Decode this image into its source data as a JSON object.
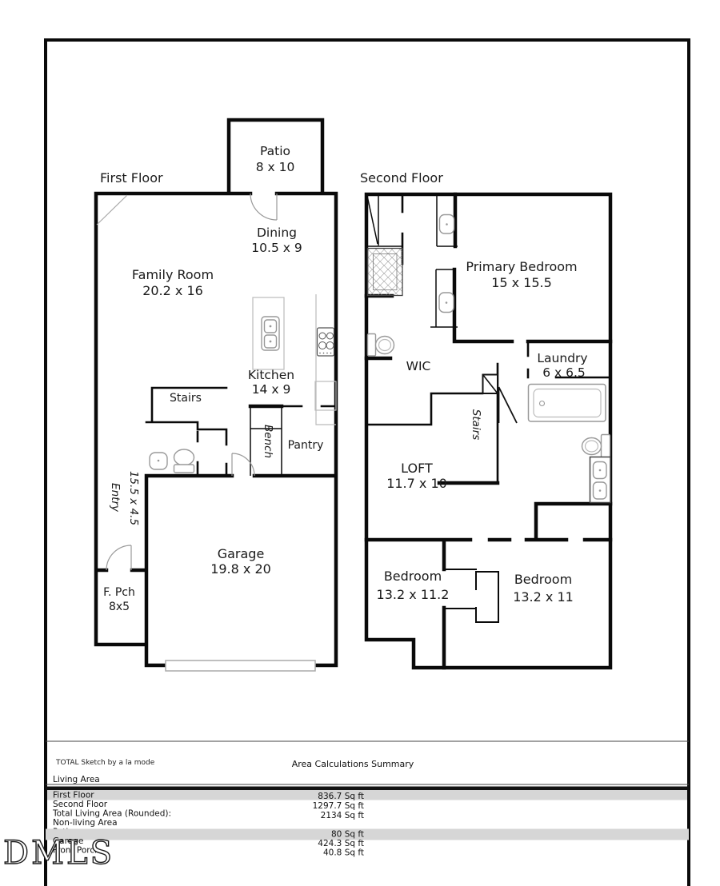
{
  "floors": {
    "first": {
      "title": "First Floor",
      "rooms": {
        "patio": {
          "name": "Patio",
          "dims": "8 x 10"
        },
        "dining": {
          "name": "Dining",
          "dims": "10.5 x 9"
        },
        "family": {
          "name": "Family Room",
          "dims": "20.2 x 16"
        },
        "kitchen": {
          "name": "Kitchen",
          "dims": "14 x 9"
        },
        "stairs": {
          "name": "Stairs"
        },
        "bench": {
          "name": "Bench"
        },
        "pantry": {
          "name": "Pantry"
        },
        "entry": {
          "name": "Entry",
          "dims": "15.5 x 4.5"
        },
        "garage": {
          "name": "Garage",
          "dims": "19.8 x 20"
        },
        "porch": {
          "name": "F. Pch",
          "dims": "8x5"
        }
      }
    },
    "second": {
      "title": "Second Floor",
      "rooms": {
        "primary": {
          "name": "Primary Bedroom",
          "dims": "15 x 15.5"
        },
        "wic": {
          "name": "WIC"
        },
        "laundry": {
          "name": "Laundry",
          "dims": "6 x 6.5"
        },
        "stairs": {
          "name": "Stairs"
        },
        "loft": {
          "name": "LOFT",
          "dims": "11.7 x 10"
        },
        "bedroom_left": {
          "name": "Bedroom",
          "dims": "13.2 x 11.2"
        },
        "bedroom_right": {
          "name": "Bedroom",
          "dims": "13.2 x 11"
        }
      }
    }
  },
  "footer": {
    "credit": "TOTAL Sketch by a la mode",
    "title": "Area Calculations Summary",
    "sections": [
      {
        "header": "Living Area",
        "rows": [
          {
            "label": "First Floor",
            "value": "836.7 Sq ft"
          },
          {
            "label": "Second Floor",
            "value": "1297.7 Sq ft"
          },
          {
            "label": "Total Living Area (Rounded):",
            "value": "2134 Sq ft"
          }
        ]
      },
      {
        "header": "Non-living Area",
        "rows": [
          {
            "label": "Patio",
            "value": "80 Sq ft"
          },
          {
            "label": "Garage",
            "value": "424.3 Sq ft"
          },
          {
            "label": "Front Porch",
            "value": "40.8 Sq ft"
          }
        ]
      }
    ]
  },
  "watermark": {
    "text": "DMLS"
  },
  "colors": {
    "wall": "#0a0a0a",
    "band": "#d6d6d6",
    "fixture": "#999999"
  }
}
